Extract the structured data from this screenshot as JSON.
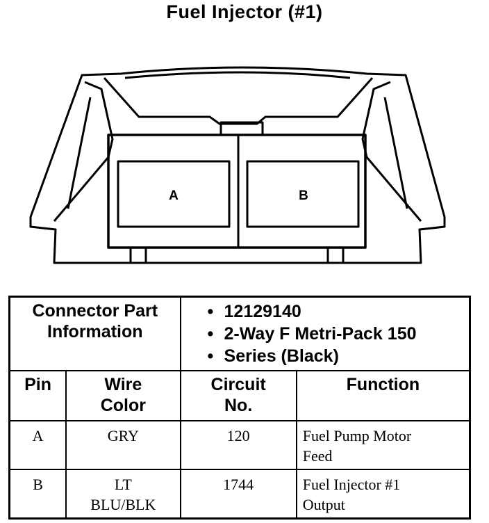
{
  "title": "Fuel Injector (#1)",
  "connector": {
    "cavities": [
      "A",
      "B"
    ]
  },
  "part_info": {
    "label_line1": "Connector Part",
    "label_line2": "Information",
    "items": [
      "12129140",
      "2-Way F Metri-Pack 150",
      "Series (Black)"
    ]
  },
  "table": {
    "headers": {
      "pin": "Pin",
      "wire_line1": "Wire",
      "wire_line2": "Color",
      "circuit_line1": "Circuit",
      "circuit_line2": "No.",
      "function": "Function"
    },
    "rows": [
      {
        "pin": "A",
        "wire_line1": "GRY",
        "wire_line2": "",
        "circuit": "120",
        "func_line1": "Fuel Pump Motor",
        "func_line2": "Feed"
      },
      {
        "pin": "B",
        "wire_line1": "LT",
        "wire_line2": "BLU/BLK",
        "circuit": "1744",
        "func_line1": "Fuel Injector #1",
        "func_line2": "Output"
      }
    ]
  }
}
